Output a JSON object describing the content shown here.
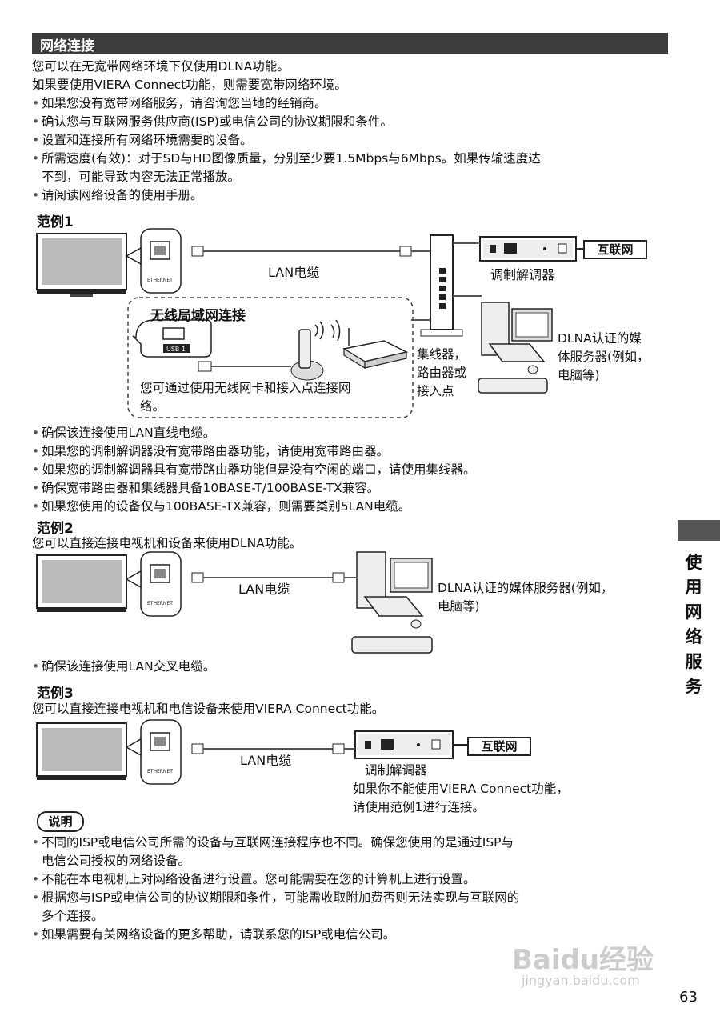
{
  "section": {
    "title": "网络连接"
  },
  "intro": [
    "您可以在无宽带网络环境下仅使用DLNA功能。",
    "如果要使用VIERA Connect功能，则需要宽带网络环境。"
  ],
  "intro_bullets": [
    "如果您没有宽带网络服务，请咨询您当地的经销商。",
    "确认您与互联网服务供应商(ISP)或电信公司的协议期限和条件。",
    "设置和连接所有网络环境需要的设备。",
    "所需速度(有效)：对于SD与HD图像质量，分别至少要1.5Mbps与6Mbps。如果传输速度达",
    "不到，可能导致内容无法正常播放。",
    "请阅读网络设备的使用手册。"
  ],
  "example1": {
    "heading": "范例1",
    "lan_cable": "LAN电缆",
    "modem": "调制解调器",
    "internet": "互联网",
    "ethernet": "ETHERNET",
    "wireless_title": "无线局域网连接",
    "usb": "USB 1",
    "wireless_desc_1": "您可通过使用无线网卡和接入点连接网",
    "wireless_desc_2": "络。",
    "hub_1": "集线器，",
    "hub_2": "路由器或",
    "hub_3": "接入点",
    "server_1": "DLNA认证的媒",
    "server_2": "体服务器(例如，",
    "server_3": "电脑等)",
    "bullets": [
      "确保该连接使用LAN直线电缆。",
      "如果您的调制解调器没有宽带路由器功能，请使用宽带路由器。",
      "如果您的调制解调器具有宽带路由器功能但是没有空闲的端口，请使用集线器。",
      "确保宽带路由器和集线器具备10BASE-T/100BASE-TX兼容。",
      "如果您使用的设备仅与100BASE-TX兼容，则需要类别5LAN电缆。"
    ]
  },
  "example2": {
    "heading": "范例2",
    "desc": "您可以直接连接电视机和设备来使用DLNA功能。",
    "lan_cable": "LAN电缆",
    "server_1": "DLNA认证的媒体服务器(例如，",
    "server_2": "电脑等)",
    "bullet": "确保该连接使用LAN交叉电缆。"
  },
  "example3": {
    "heading": "范例3",
    "desc": "您可以直接连接电视机和电信设备来使用VIERA Connect功能。",
    "lan_cable": "LAN电缆",
    "modem": "调制解调器",
    "internet": "互联网",
    "note_1": "如果你不能使用VIERA Connect功能，",
    "note_2": "请使用范例1进行连接。"
  },
  "notes": {
    "label": "说明",
    "bullets": [
      [
        "不同的ISP或电信公司所需的设备与互联网连接程序也不同。确保您使用的是通过ISP与",
        "电信公司授权的网络设备。"
      ],
      [
        "不能在本电视机上对网络设备进行设置。您可能需要在您的计算机上进行设置。"
      ],
      [
        "根据您与ISP或电信公司的协议期限和条件，可能需收取附加费否则无法实现与互联网的",
        "多个连接。"
      ],
      [
        "如果需要有关网络设备的更多帮助，请联系您的ISP或电信公司。"
      ]
    ]
  },
  "side_tab": {
    "chars": [
      "使",
      "用",
      "网",
      "络",
      "服",
      "务"
    ]
  },
  "page_number": "63",
  "watermark": {
    "brand": "Baidu经验",
    "url": "jingyan.baidu.com"
  }
}
